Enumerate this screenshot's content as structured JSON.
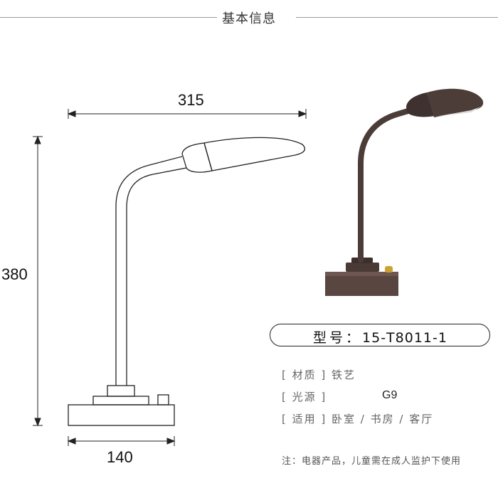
{
  "header": {
    "title": "基本信息"
  },
  "dimensions": {
    "width": "315",
    "height": "380",
    "base_width": "140"
  },
  "model": {
    "label": "型号：",
    "value": "15-T8011-1"
  },
  "specs": {
    "material_label": "[ 材质 ]",
    "material_value": "铁艺",
    "light_label": "[ 光源 ]",
    "light_value": "G9",
    "usage_label": "[ 适用 ]",
    "usage_value": "卧室 / 书房 / 客厅"
  },
  "note": "注：电器产品，儿童需在成人监护下使用"
}
